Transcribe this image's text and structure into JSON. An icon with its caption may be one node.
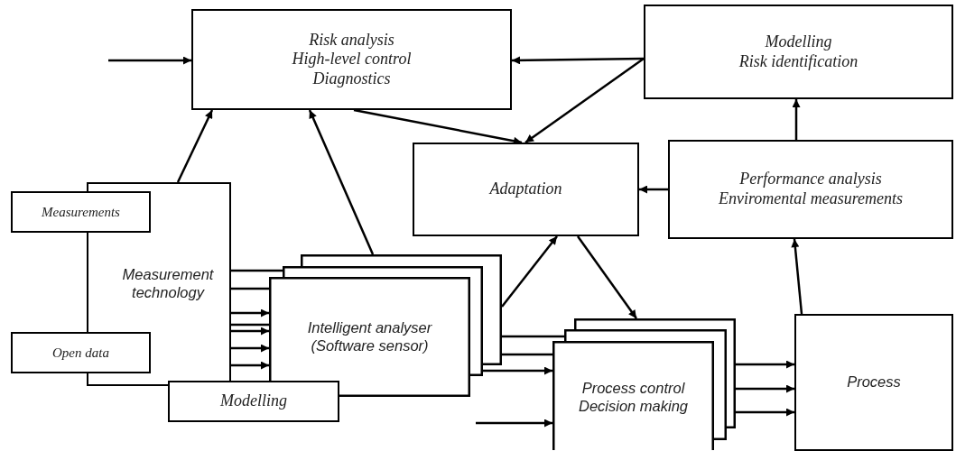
{
  "diagram": {
    "nodes": [
      {
        "text": [
          "Risk analysis",
          "High-level control",
          "Diagnostics"
        ]
      },
      {
        "text": [
          "Modelling",
          "Risk identification"
        ]
      },
      {
        "text": [
          "Adaptation"
        ]
      },
      {
        "text": [
          "Performance analysis",
          "Enviromental measurements"
        ]
      },
      {
        "text": [
          "Measurement technology"
        ]
      },
      {
        "text": [
          "Measurements"
        ]
      },
      {
        "text": [
          "Open data"
        ]
      },
      {
        "text": [
          "Modelling"
        ]
      },
      {
        "text": [
          "Intelligent analyser (Software sensor)"
        ]
      },
      {
        "text": [
          "Process control",
          "Decision making"
        ]
      },
      {
        "text": [
          "Process"
        ]
      }
    ],
    "edges": [
      {
        "from": null,
        "to": 0,
        "arrow": "to"
      },
      {
        "from": 1,
        "to": 0,
        "arrow": "to"
      },
      {
        "from": 1,
        "to": 2,
        "arrow": "to"
      },
      {
        "from": 0,
        "to": 2,
        "arrow": "to"
      },
      {
        "from": 4,
        "to": 0,
        "arrow": "to"
      },
      {
        "from": 8,
        "to": 0,
        "arrow": "to"
      },
      {
        "from": 8,
        "to": 2,
        "arrow": "to"
      },
      {
        "from": 2,
        "to": 9,
        "arrow": "to"
      },
      {
        "from": 3,
        "to": 2,
        "arrow": "to"
      },
      {
        "from": 3,
        "to": 1,
        "arrow": "to"
      },
      {
        "from": 10,
        "to": 3,
        "arrow": "to"
      },
      {
        "from": 9,
        "to": 10,
        "arrow": "to"
      },
      {
        "from": 9,
        "to": 10,
        "arrow": "to"
      },
      {
        "from": 9,
        "to": 10,
        "arrow": "to"
      },
      {
        "from": 4,
        "to": 8,
        "arrow": "none"
      },
      {
        "from": 4,
        "to": 8,
        "arrow": "none"
      },
      {
        "from": 4,
        "to": 8,
        "arrow": "to"
      },
      {
        "from": 4,
        "to": 8,
        "arrow": "none"
      },
      {
        "from": 4,
        "to": 8,
        "arrow": "to"
      },
      {
        "from": 4,
        "to": 8,
        "arrow": "to"
      },
      {
        "from": 4,
        "to": 8,
        "arrow": "to"
      },
      {
        "from": 8,
        "to": 9,
        "arrow": "none"
      },
      {
        "from": 8,
        "to": 9,
        "arrow": "none"
      },
      {
        "from": 8,
        "to": 9,
        "arrow": "to"
      },
      {
        "from": null,
        "to": 9,
        "arrow": "to"
      }
    ]
  }
}
